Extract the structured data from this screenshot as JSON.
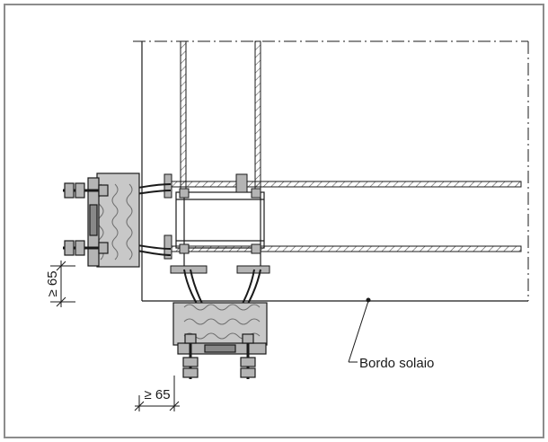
{
  "diagram": {
    "callout_label": "Bordo solaio",
    "dim_side": "≥ 65",
    "dim_bottom": "≥ 65"
  },
  "colors": {
    "frame": "#8c8c8c",
    "line": "#1a1a1a",
    "insulation": "#c8c8c8",
    "hatch": "#6e6e6e",
    "plate": "#b4b4b4"
  }
}
